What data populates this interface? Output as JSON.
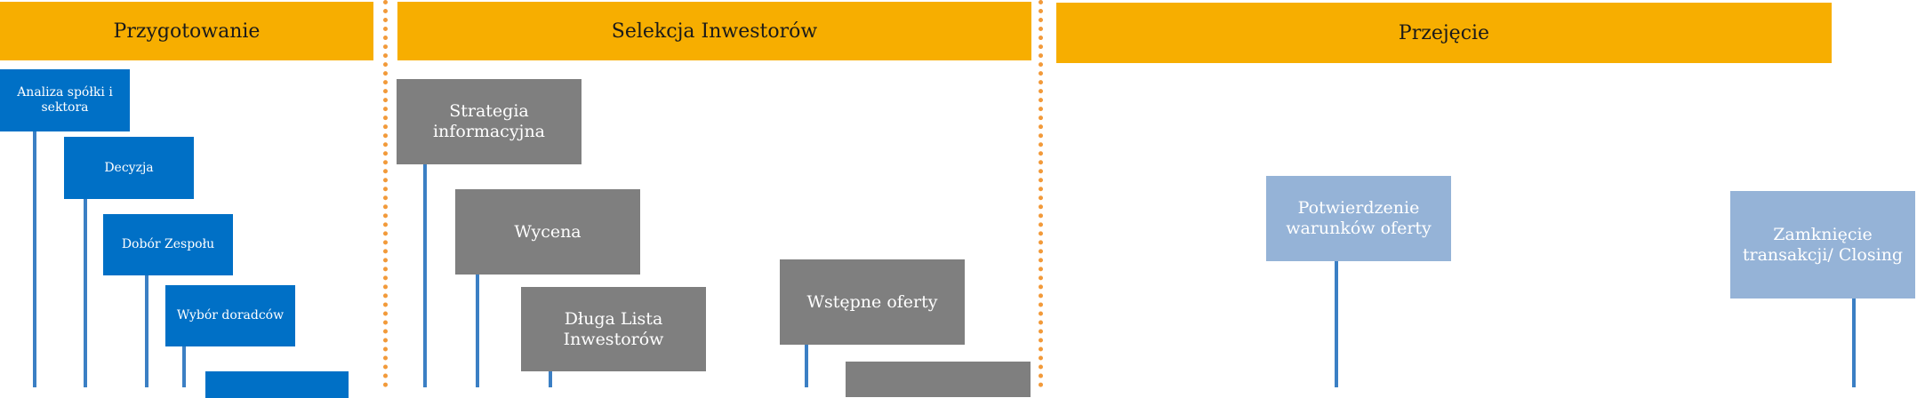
{
  "phases": [
    {
      "label": "Przygotowanie"
    },
    {
      "label": "Selekcja Inwestorów"
    },
    {
      "label": "Przejęcie"
    }
  ],
  "steps": [
    {
      "label": "Analiza spółki i sektora",
      "phase": "Przygotowanie"
    },
    {
      "label": "Decyzja",
      "phase": "Przygotowanie"
    },
    {
      "label": "Dobór Zespołu",
      "phase": "Przygotowanie"
    },
    {
      "label": "Wybór doradców",
      "phase": "Przygotowanie"
    },
    {
      "label": "",
      "phase": "Przygotowanie"
    },
    {
      "label": "Strategia informacyjna",
      "phase": "Selekcja Inwestorów"
    },
    {
      "label": "Wycena",
      "phase": "Selekcja Inwestorów"
    },
    {
      "label": "Długa Lista Inwestorów",
      "phase": "Selekcja Inwestorów"
    },
    {
      "label": "Wstępne oferty",
      "phase": "Selekcja Inwestorów"
    },
    {
      "label": "",
      "phase": "Selekcja Inwestorów"
    },
    {
      "label": "Potwierdzenie warunków oferty",
      "phase": "Przejęcie"
    },
    {
      "label": "Zamknięcie transakcji/ Closing",
      "phase": "Przejęcie"
    }
  ],
  "colors": {
    "phase_header": "#f7ae00",
    "divider": "#f29a3a",
    "step_preparation": "#0070c6",
    "step_selection": "#7f7f7f",
    "step_takeover": "#95b3d7",
    "connector": "#3b7fc4"
  }
}
